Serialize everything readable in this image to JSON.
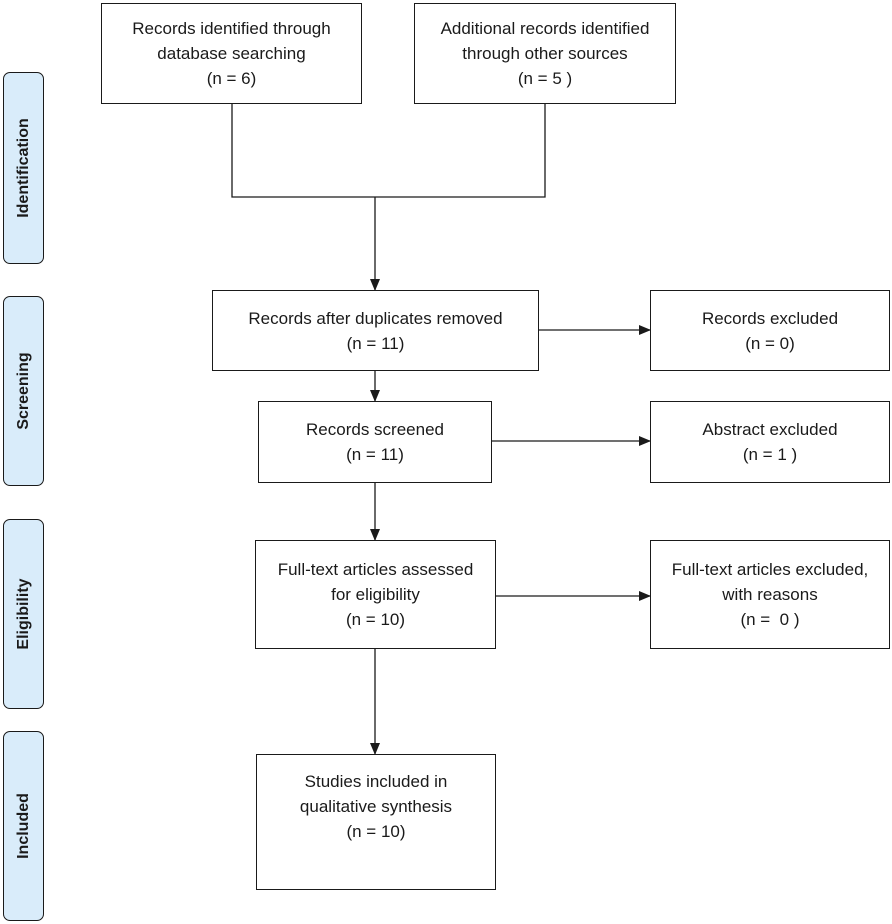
{
  "phases": {
    "identification": "Identification",
    "screening": "Screening",
    "eligibility": "Eligibility",
    "included": "Included"
  },
  "boxes": {
    "database": [
      "Records identified through",
      "database searching",
      "(n = 6)"
    ],
    "other_sources": [
      "Additional records identified",
      "through other sources",
      "(n = 5 )"
    ],
    "duplicates_removed": [
      "Records after duplicates removed",
      "(n = 11)"
    ],
    "records_excluded": [
      "Records excluded",
      "(n = 0)"
    ],
    "records_screened": [
      "Records screened",
      "(n = 11)"
    ],
    "abstract_excluded": [
      "Abstract excluded",
      "(n = 1 )"
    ],
    "fulltext_assessed": [
      "Full-text articles assessed",
      "for eligibility",
      "(n = 10)"
    ],
    "fulltext_excluded": [
      "Full-text articles excluded,",
      "with reasons",
      "(n =  0 )"
    ],
    "studies_included": [
      "Studies included in",
      "qualitative synthesis",
      "(n = 10)"
    ]
  }
}
